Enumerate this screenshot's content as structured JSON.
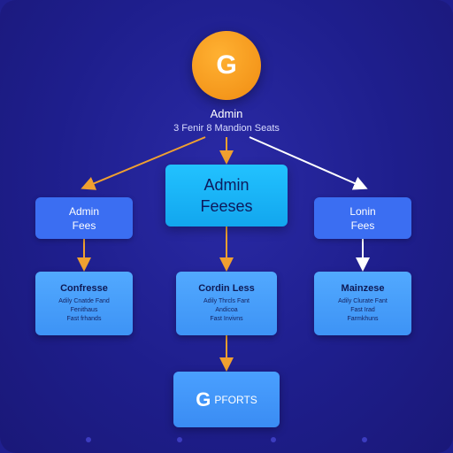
{
  "root": {
    "icon_letter": "G",
    "icon": "g-logo-icon",
    "title": "Admin",
    "subtitle": "3 Fenir 8 Mandion Seats"
  },
  "level1": [
    {
      "line1": "Admin",
      "line2": "Fees"
    },
    {
      "line1": "Admin",
      "line2": "Feeses"
    },
    {
      "line1": "Lonin",
      "line2": "Fees"
    }
  ],
  "level2": [
    {
      "title": "Confresse",
      "lines": [
        "Adily Cnatde Fand",
        "Fenithaus",
        "Fast frhands"
      ]
    },
    {
      "title": "Cordin Less",
      "lines": [
        "Adily Thrcls Fant",
        "Andicoa",
        "Fast Invivns"
      ]
    },
    {
      "title": "Mainzese",
      "lines": [
        "Adily Clurate Fant",
        "Fast Irad",
        "Farmkhuns"
      ]
    }
  ],
  "report": {
    "icon_letter": "G",
    "label": "PFORTS"
  },
  "colors": {
    "background": "#1f1f8f",
    "root": "#f59a1c",
    "level1": "#3b6ef2",
    "center": "#1aaff5",
    "level2": "#4aa0ff",
    "arrow_orange": "#f0a030",
    "arrow_white": "#ffffff"
  }
}
